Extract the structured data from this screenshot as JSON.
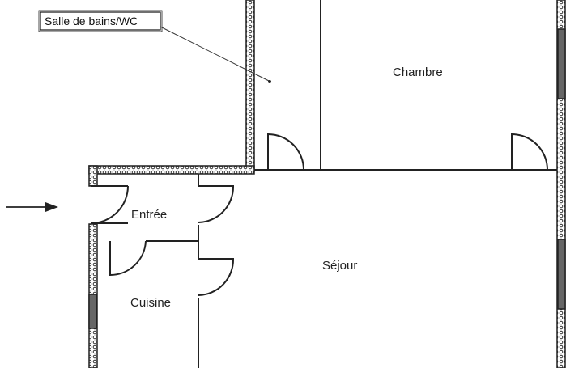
{
  "labels": {
    "callout": "Salle de bains/WC",
    "chambre": "Chambre",
    "entree": "Entrée",
    "sejour": "Séjour",
    "cuisine": "Cuisine"
  },
  "colors": {
    "wall_fill": "#ffffff",
    "wall_line": "#222222",
    "window": "#666666"
  }
}
